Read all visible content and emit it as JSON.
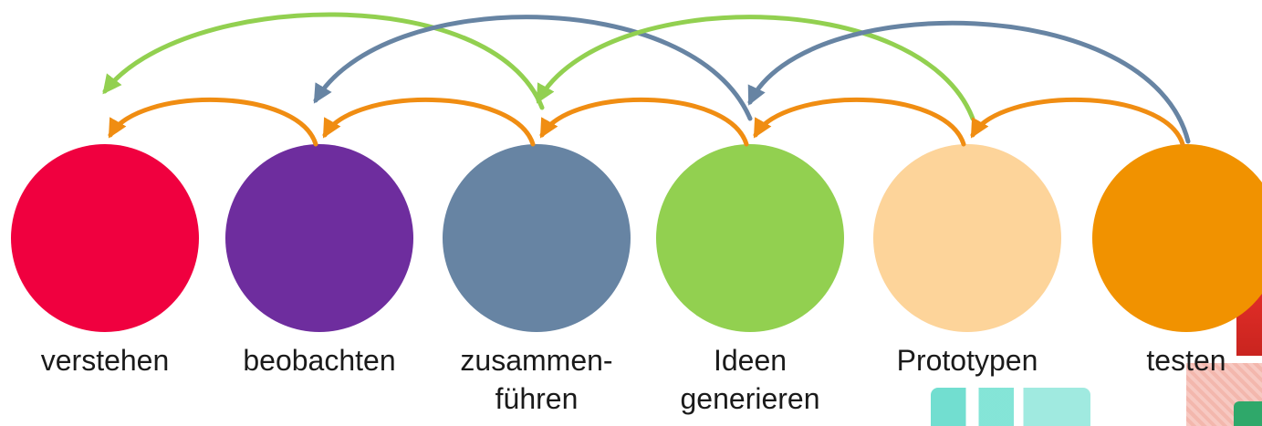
{
  "stages": [
    {
      "id": "verstehen",
      "label": "verstehen",
      "color": "#F0003F"
    },
    {
      "id": "beobachten",
      "label": "beobachten",
      "color": "#6E2D9E"
    },
    {
      "id": "zusammen",
      "label": "zusammen-\nführen",
      "color": "#6784A3"
    },
    {
      "id": "ideen",
      "label": "Ideen\ngenerieren",
      "color": "#92D050"
    },
    {
      "id": "prototypen",
      "label": "Prototypen",
      "color": "#FDD49A"
    },
    {
      "id": "testen",
      "label": "testen",
      "color": "#F19200"
    }
  ],
  "arrow_colors": {
    "orange": "#F08D12",
    "green": "#92D050",
    "blue": "#6784A3"
  }
}
